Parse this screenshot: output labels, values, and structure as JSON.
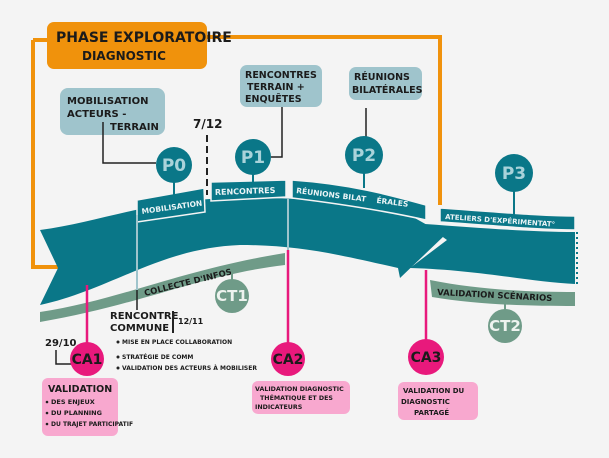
{
  "colors": {
    "orange": "#f0920c",
    "teal": "#0a7788",
    "blue_box": "#9fc4cc",
    "green": "#6f9b88",
    "pink": "#e8197c",
    "pink_box": "#f8a8cf"
  },
  "title": {
    "line1": "Phase exploratoire",
    "line2": "Diagnostic"
  },
  "top_boxes": [
    {
      "lines": [
        "Mobilisation",
        "acteurs -",
        "terrain"
      ]
    },
    {
      "lines": [
        "Rencontres",
        "terrain +",
        "enquêtes"
      ]
    },
    {
      "lines": [
        "Réunions",
        "bilatérales"
      ]
    }
  ],
  "dates": {
    "d712": "7/12",
    "d1211": "12/11",
    "d2910": "29/10"
  },
  "phases": [
    {
      "id": "P0",
      "band": "Mobilisation"
    },
    {
      "id": "P1",
      "band": "Rencontres"
    },
    {
      "id": "P2",
      "band": "Réunions bilat    érales"
    },
    {
      "id": "P3",
      "band": "Ateliers d'expérimentat°"
    }
  ],
  "technical": [
    {
      "id": "CT1",
      "band": "Collecte d'infos"
    },
    {
      "id": "CT2",
      "band": "Validation scénarios"
    }
  ],
  "rencontre_commune": {
    "lines": [
      "Rencontre",
      "commune"
    ],
    "bullets": [
      "Mise en place collaboration",
      "Stratégie de comm",
      "Validation des acteurs à mobiliser"
    ]
  },
  "committees": [
    {
      "id": "CA1",
      "title": "Validation",
      "bullets": [
        "des enjeux",
        "du planning",
        "du trajet participatif"
      ]
    },
    {
      "id": "CA2",
      "lines": [
        "Validation diagnostic",
        "thématique et des",
        "indicateurs"
      ]
    },
    {
      "id": "CA3",
      "lines": [
        "Validation du",
        "diagnostic",
        "partagé"
      ]
    }
  ]
}
